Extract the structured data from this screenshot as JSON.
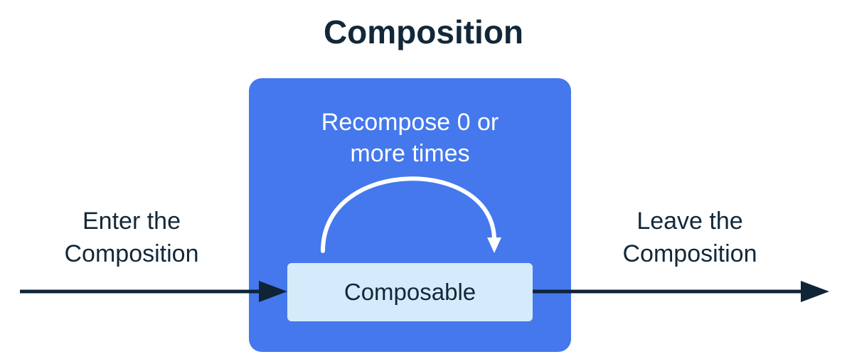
{
  "title": "Composition",
  "recompose_label": [
    "Recompose 0 or",
    "more times"
  ],
  "composable_label": "Composable",
  "enter_label": [
    "Enter the",
    "Composition"
  ],
  "leave_label": [
    "Leave the",
    "Composition"
  ],
  "colors": {
    "box": "#4478ec",
    "composable_fill": "#d4ebfb",
    "text_dark": "#12283a",
    "arrow": "#0f2437",
    "loop_arrow": "#ffffff"
  }
}
